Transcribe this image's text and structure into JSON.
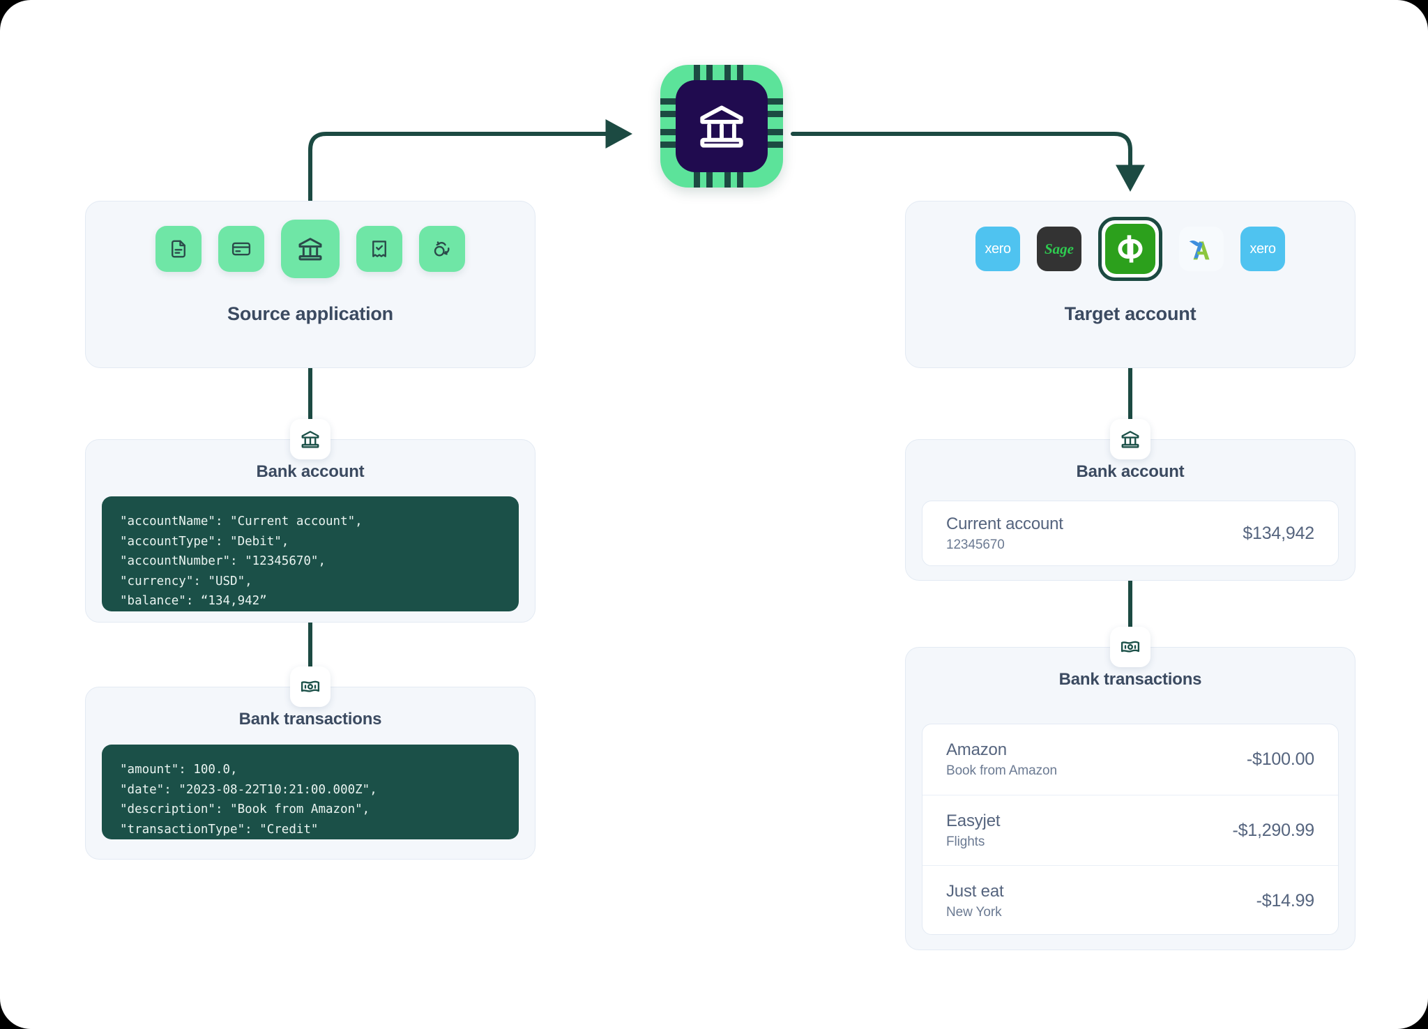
{
  "diagram": {
    "hub": {
      "icon": "bank-chip-icon"
    },
    "source": {
      "title": "Source application",
      "icons": [
        {
          "name": "document-icon",
          "selected": false
        },
        {
          "name": "credit-card-icon",
          "selected": false
        },
        {
          "name": "bank-icon",
          "selected": true
        },
        {
          "name": "receipt-check-icon",
          "selected": false
        },
        {
          "name": "sync-icon",
          "selected": false
        }
      ],
      "bank_account": {
        "title": "Bank account",
        "badge_icon": "bank-icon",
        "code": "\"accountName\": \"Current account\",\n\"accountType\": \"Debit\",\n\"accountNumber\": \"12345670\",\n\"currency\": \"USD\",\n\"balance\": “134,942”"
      },
      "bank_transactions": {
        "title": "Bank transactions",
        "badge_icon": "banknote-icon",
        "code": "\"amount\": 100.0,\n\"date\": \"2023-08-22T10:21:00.000Z\",\n\"description\": \"Book from Amazon\",\n\"transactionType\": \"Credit\""
      }
    },
    "target": {
      "title": "Target account",
      "logos": [
        {
          "name": "xero-logo",
          "label": "xero",
          "selected": false
        },
        {
          "name": "sage-logo",
          "label": "Sage",
          "selected": false
        },
        {
          "name": "quickbooks-logo",
          "label": "qb",
          "selected": true
        },
        {
          "name": "freeagent-logo",
          "label": "",
          "selected": false
        },
        {
          "name": "xero-logo",
          "label": "xero",
          "selected": false
        }
      ],
      "bank_account": {
        "title": "Bank account",
        "badge_icon": "bank-icon",
        "account": {
          "name": "Current account",
          "number": "12345670",
          "balance": "$134,942"
        }
      },
      "bank_transactions": {
        "title": "Bank transactions",
        "badge_icon": "banknote-icon",
        "rows": [
          {
            "name": "Amazon",
            "description": "Book from Amazon",
            "amount": "-$100.00"
          },
          {
            "name": "Easyjet",
            "description": "Flights",
            "amount": "-$1,290.99"
          },
          {
            "name": "Just eat",
            "description": "New York",
            "amount": "-$14.99"
          }
        ]
      }
    }
  },
  "colors": {
    "canvas": "#FFFFFF",
    "panel_bg": "#F4F7FB",
    "panel_border": "#E3EAF3",
    "wire": "#1C4A42",
    "code_bg": "#1B5048",
    "accent_green": "#6FE6A6",
    "chip_core": "#200B4F",
    "quickbooks_green": "#2CA01C",
    "xero_blue": "#4FC3F0",
    "sage_dark": "#333333",
    "text_dark": "#3B4A60",
    "text_muted": "#6B7A92"
  }
}
